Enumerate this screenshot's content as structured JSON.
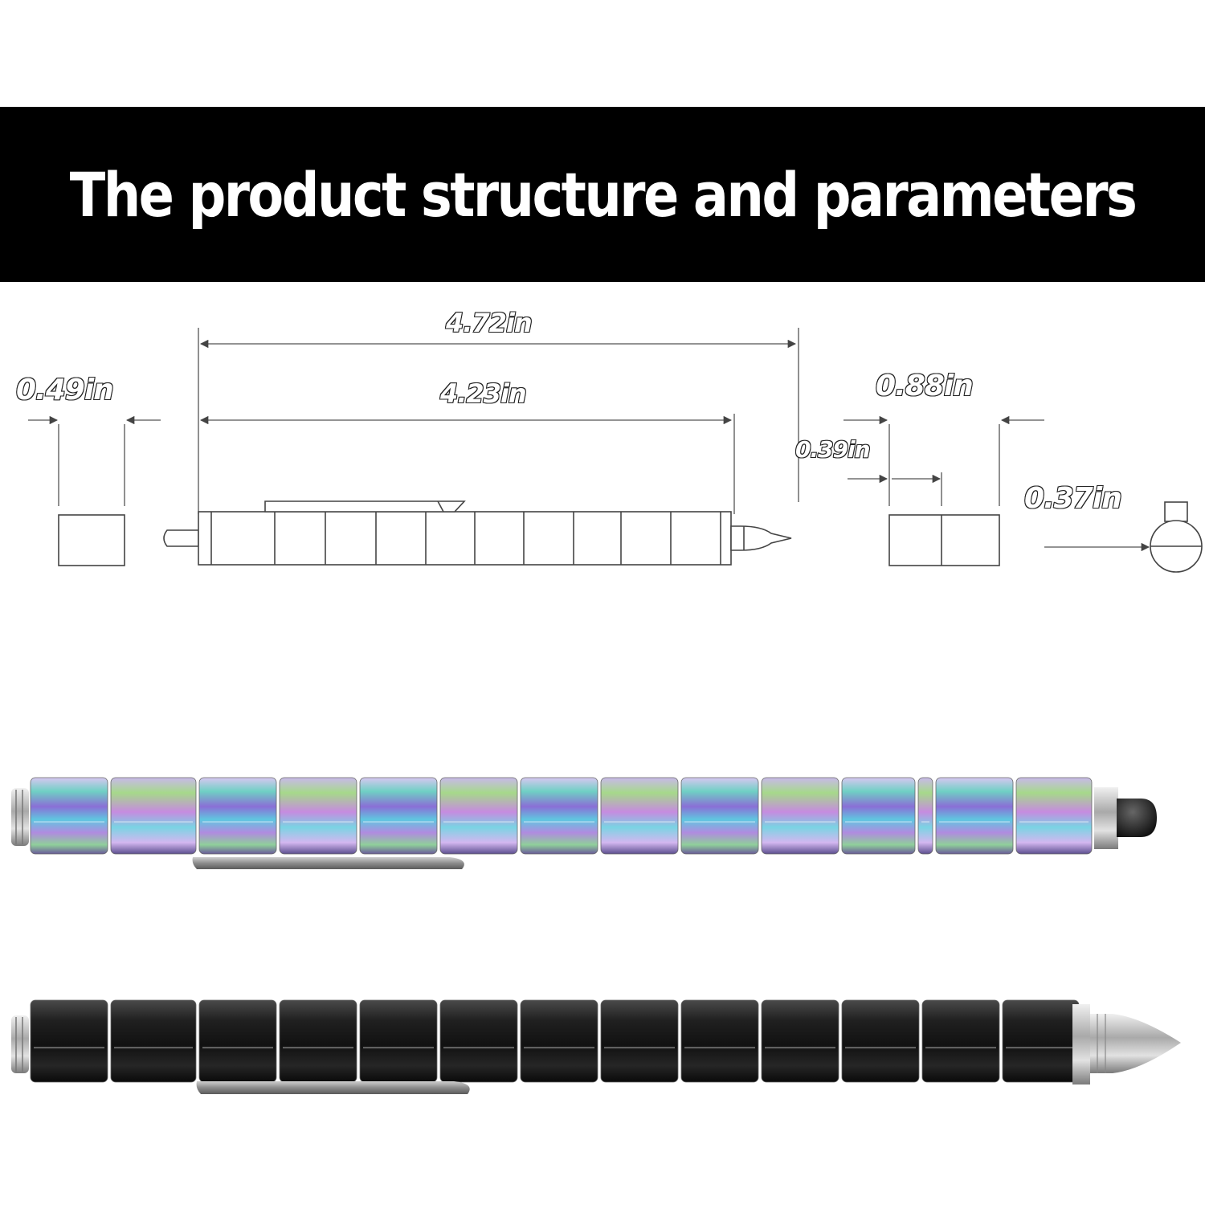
{
  "banner": {
    "title": "The product structure and parameters"
  },
  "dimensions": {
    "overall_length": "4.72in",
    "body_length": "4.23in",
    "end_cap_width": "0.49in",
    "segment_pair_width": "0.88in",
    "segment_width": "0.39in",
    "diameter": "0.37in"
  },
  "colors": {
    "banner_bg": "#000000",
    "line_color": "#555555",
    "pen_rainbow": [
      "#7fd3c8",
      "#8a6fd6",
      "#5fc7e0",
      "#c9a5e8",
      "#9fd08a"
    ],
    "pen_black": "#1a1a1a",
    "metal": "#c8c8c8"
  }
}
